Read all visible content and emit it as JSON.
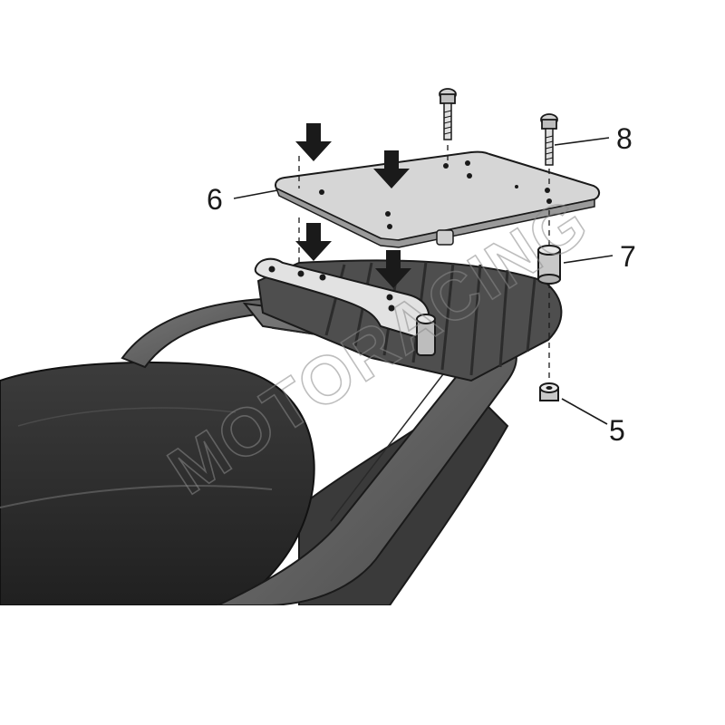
{
  "callouts": {
    "part_6": "6",
    "part_7": "7",
    "part_8": "8",
    "part_5": "5"
  },
  "watermark": "MOTORACING",
  "colors": {
    "line": "#1a1a1a",
    "seat_dark": "#2e2e2e",
    "frame": "#5a5a5a",
    "plate": "#d4d4d4",
    "tray": "#4a4a4a"
  }
}
